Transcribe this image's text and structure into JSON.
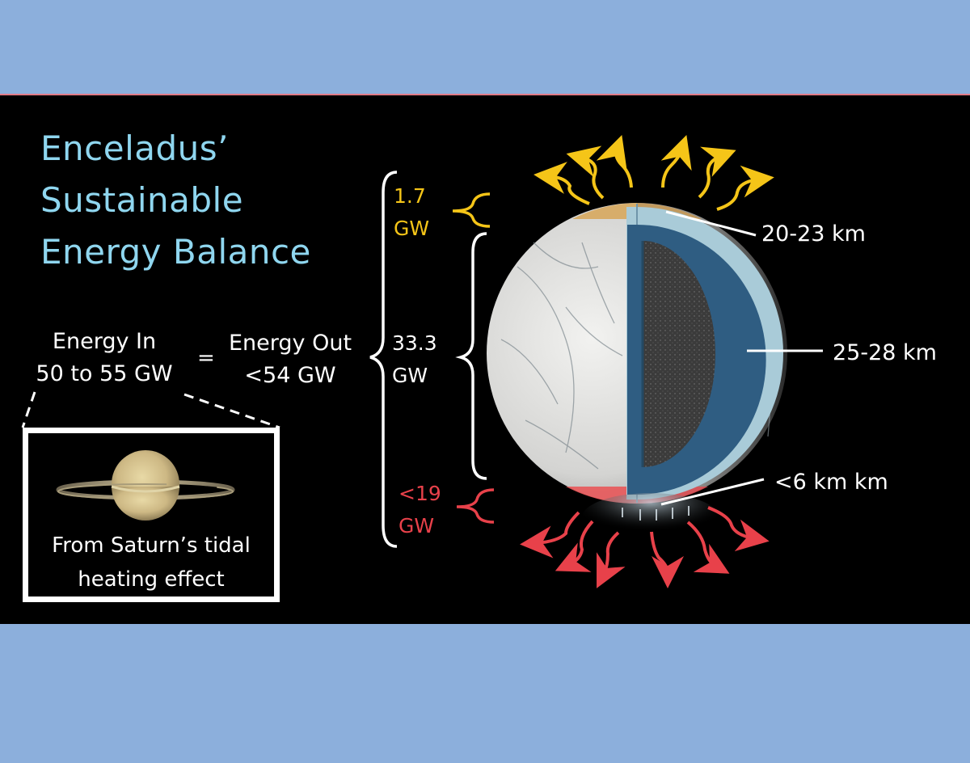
{
  "title": {
    "lines": [
      "Enceladus’",
      "Sustainable",
      "Energy Balance"
    ],
    "color": "#8fd6ef"
  },
  "equation": {
    "energy_in_label": "Energy In",
    "energy_in_value": "50 to 55 GW",
    "equals": "=",
    "energy_out_label": "Energy Out",
    "energy_out_value": "<54 GW"
  },
  "source_box": {
    "icon": "saturn-icon",
    "caption_line1": "From Saturn’s tidal",
    "caption_line2": "heating effect"
  },
  "heat_flux": {
    "north_polar": {
      "value": "1.7",
      "unit": "GW",
      "color": "#f5c518"
    },
    "conductive": {
      "value": "33.3",
      "unit": "GW",
      "color": "#ffffff"
    },
    "south_polar": {
      "value": "<19",
      "unit": "GW",
      "color": "#e8414a"
    }
  },
  "ice_shell_thickness": {
    "north_pole": "20-23 km",
    "equator": "25-28 km",
    "south_pole": "<6 km km"
  },
  "colors": {
    "background": "#8cafdc",
    "panel": "#000000",
    "north_arrows": "#f5c518",
    "south_arrows": "#e8414a",
    "ocean": "#2d5a80",
    "ice_shell": "#a9cbd8",
    "core": "#3a3a3a",
    "surface": "#d9d9d7"
  }
}
